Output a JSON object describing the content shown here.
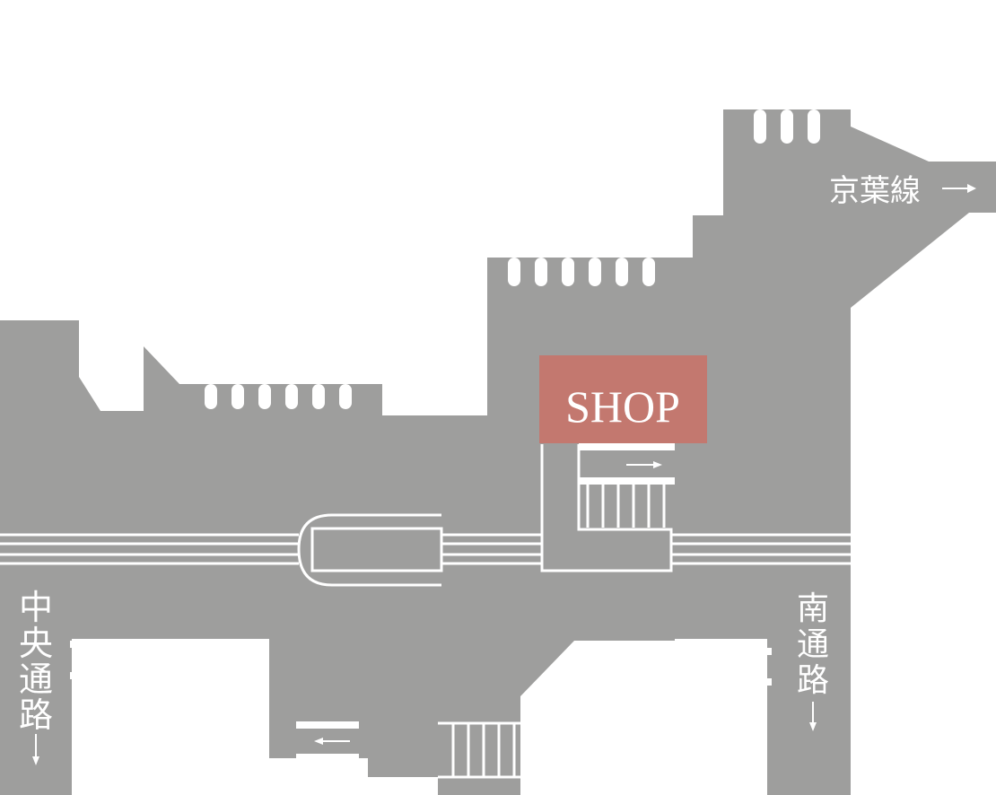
{
  "map": {
    "shop_label": "SHOP",
    "keiyo_line": "京葉線",
    "chuo_passage": [
      "中",
      "央",
      "通",
      "路"
    ],
    "minami_passage": [
      "南",
      "通",
      "路"
    ]
  },
  "colors": {
    "corridor": "#9e9e9d",
    "shop": "#c3786f",
    "background": "#ffffff",
    "lines": "#ffffff"
  },
  "icons": {
    "direction_arrow": "arrow-icon",
    "stairs": "stairs-icon"
  }
}
